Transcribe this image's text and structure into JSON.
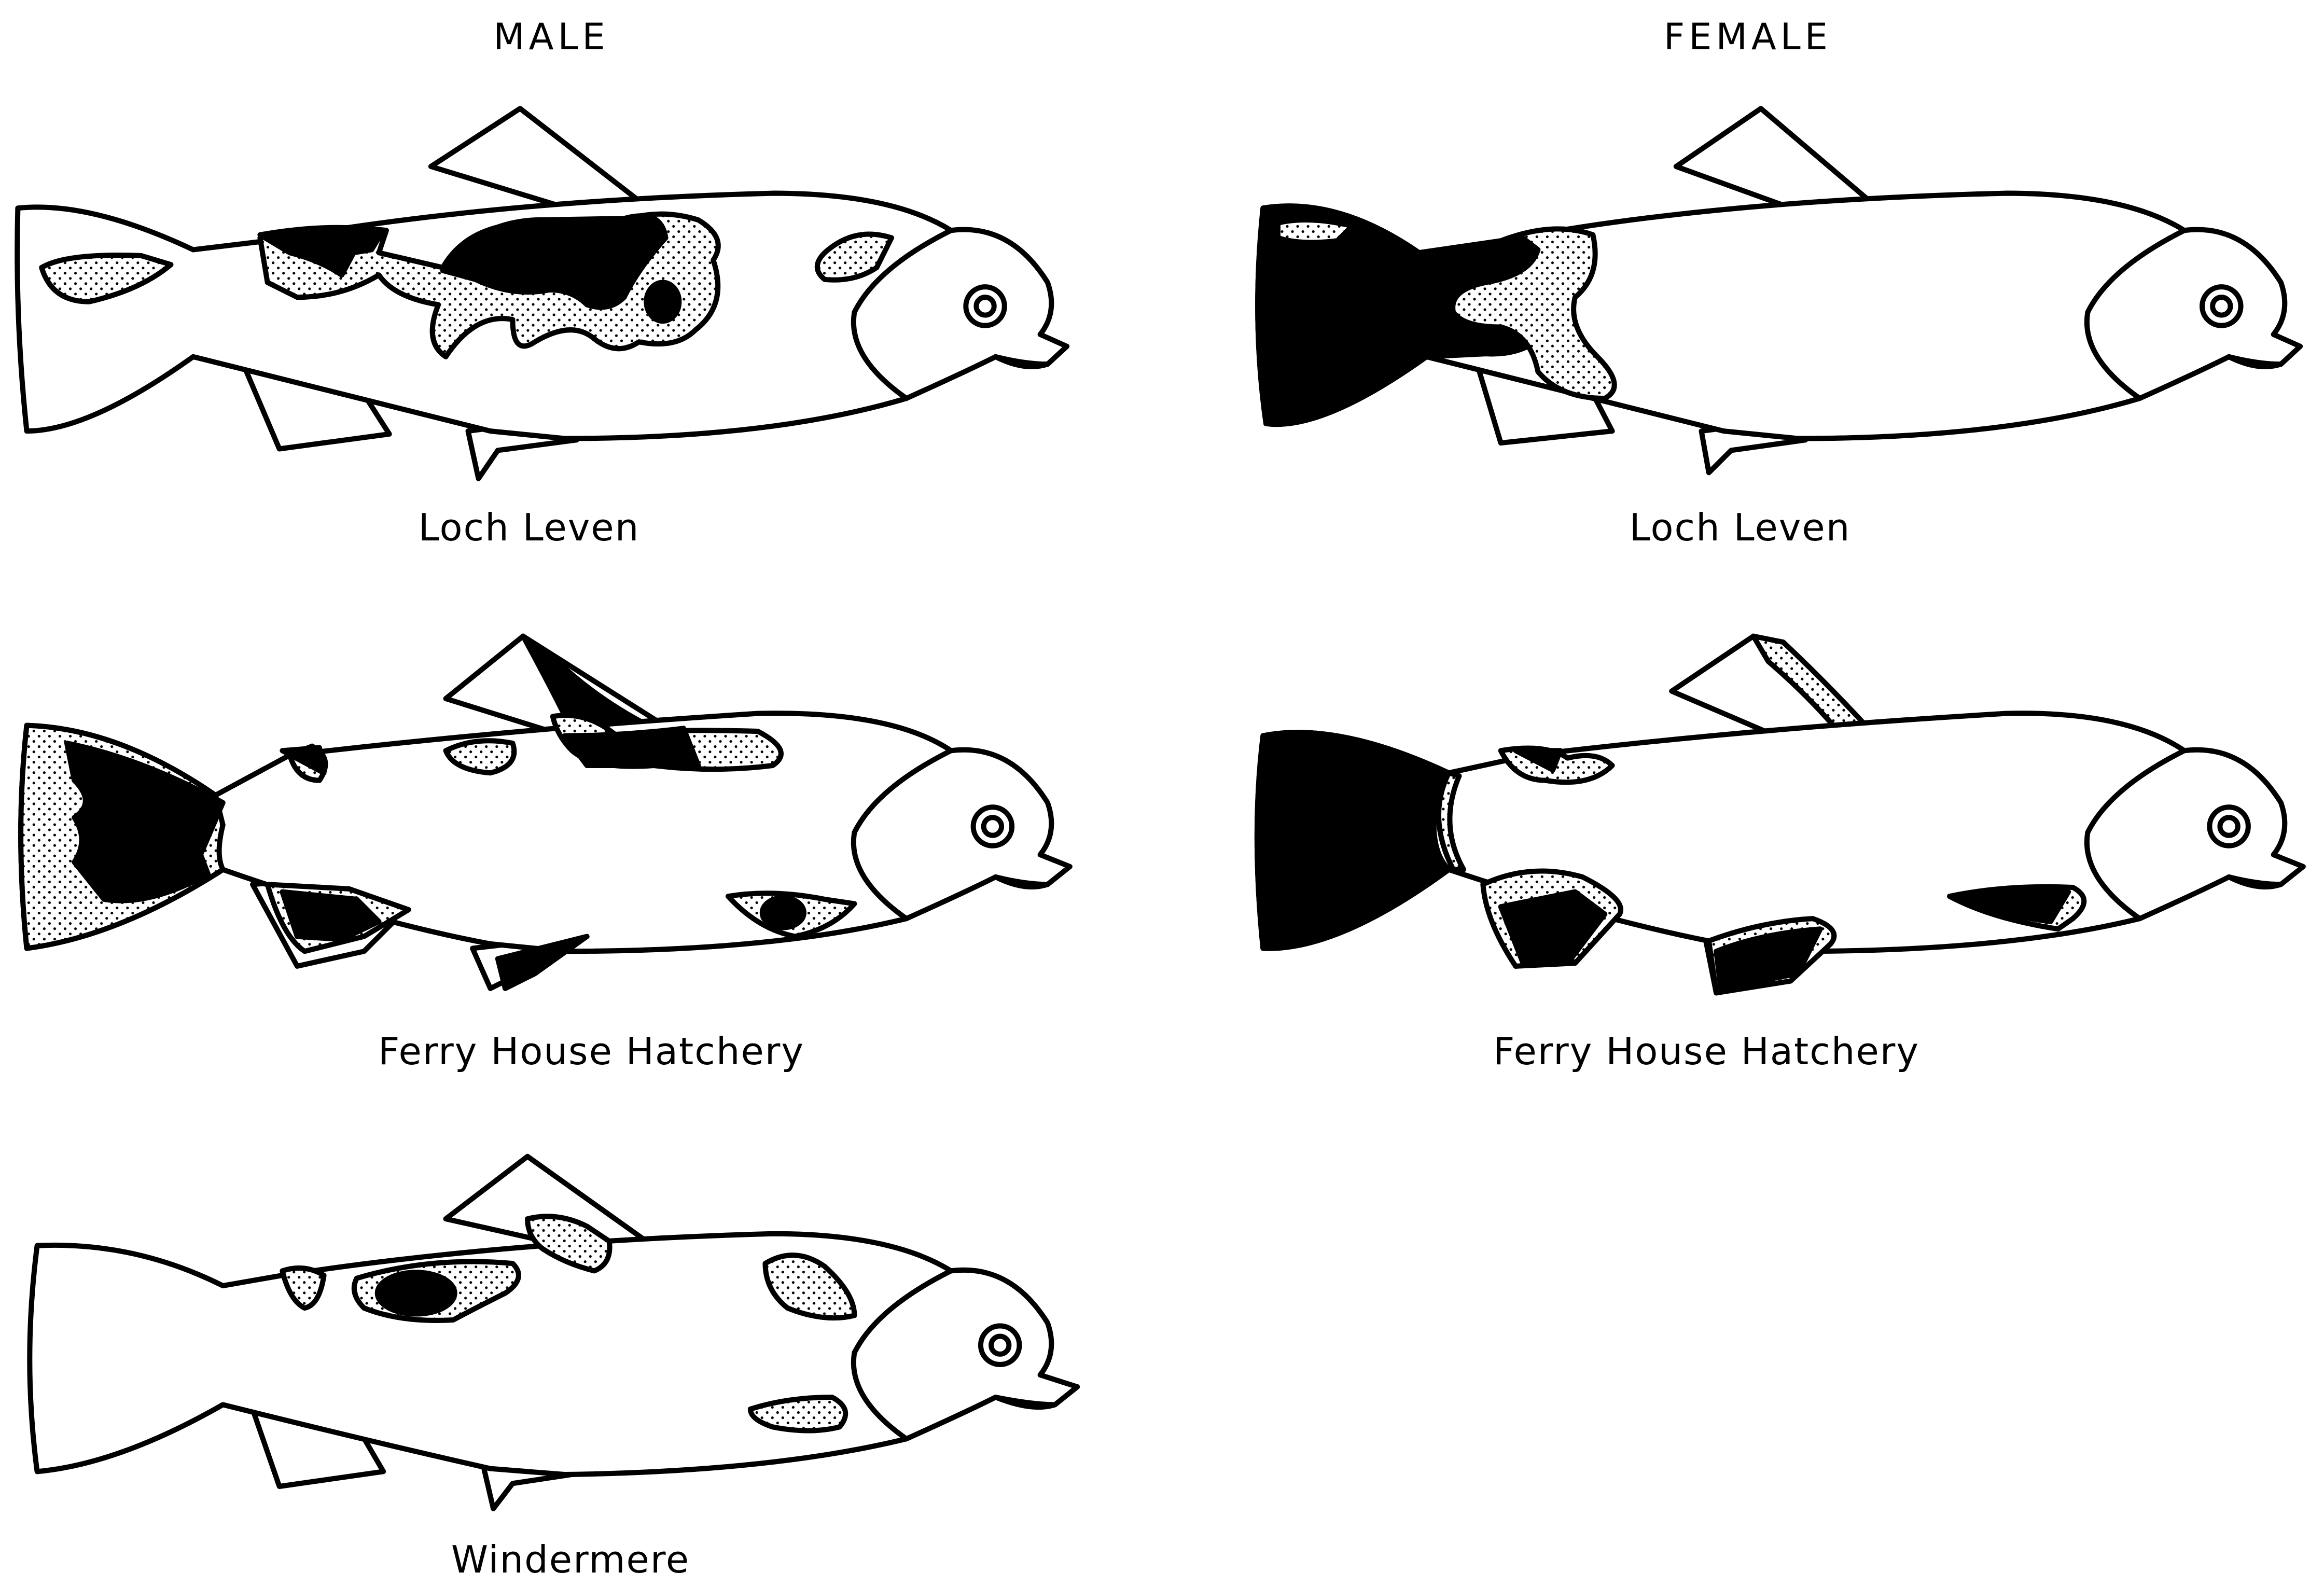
{
  "headings": {
    "male": "MALE",
    "female": "FEMALE"
  },
  "fish": [
    {
      "sex": "male",
      "location": "Loch Leven"
    },
    {
      "sex": "female",
      "location": "Loch Leven"
    },
    {
      "sex": "male",
      "location": "Ferry House Hatchery"
    },
    {
      "sex": "female",
      "location": "Ferry House Hatchery"
    },
    {
      "sex": "male",
      "location": "Windermere"
    }
  ],
  "legend_fills": {
    "solid": "#000000",
    "stippled": "dotted",
    "plain": "#ffffff"
  }
}
